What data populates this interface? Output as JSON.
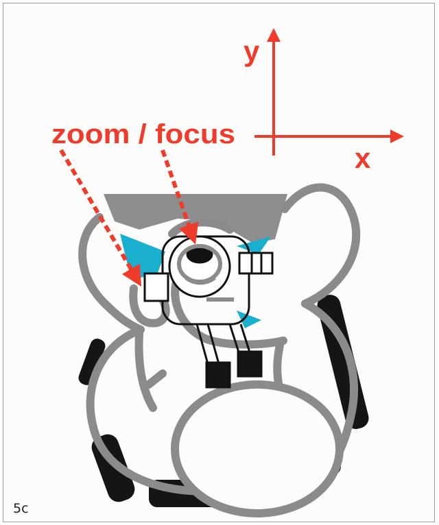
{
  "figure": {
    "label": "5c",
    "annotation": "zoom / focus",
    "axes": {
      "x_label": "x",
      "y_label": "y"
    },
    "colors": {
      "annotation": "#ee3b2b",
      "body_outline": "#8b8b8b",
      "shadow_gray": "#8e8e8e",
      "accent_cyan": "#1aaecf",
      "chair_black": "#151515"
    }
  }
}
